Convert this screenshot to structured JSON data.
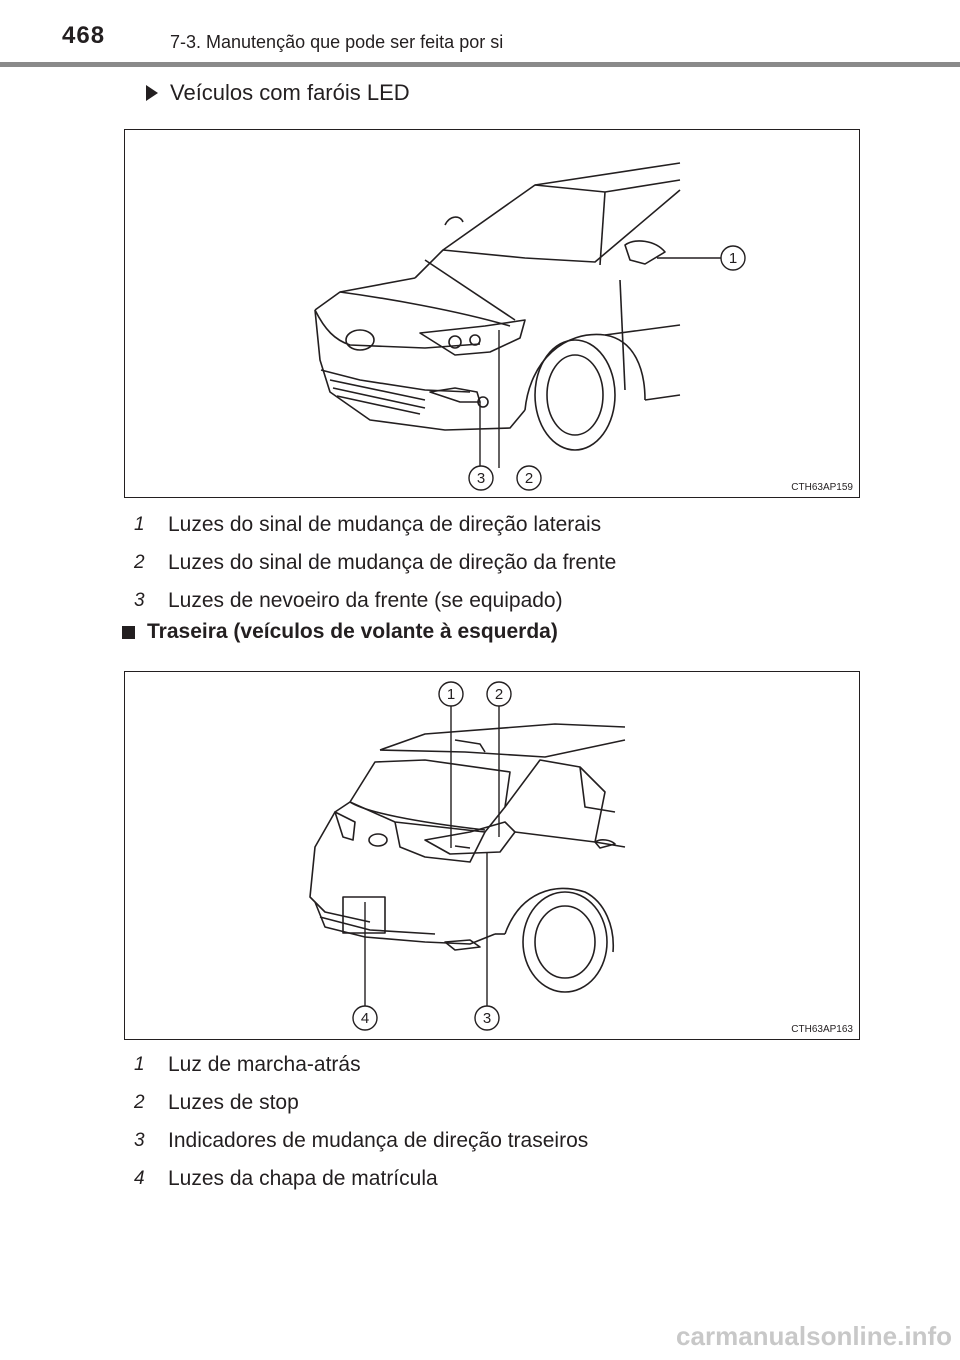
{
  "header": {
    "page_number": "468",
    "section_title": "7-3. Manutenção que pode ser feita por si"
  },
  "subheading": "Veículos com faróis LED",
  "figure1": {
    "code": "CTH63AP159",
    "callouts": [
      "1",
      "2",
      "3"
    ]
  },
  "legend1": [
    {
      "num": "1",
      "text": "Luzes do sinal de mudança de direção laterais"
    },
    {
      "num": "2",
      "text": "Luzes do sinal de mudança de direção da frente"
    },
    {
      "num": "3",
      "text": "Luzes de nevoeiro da frente (se equipado)"
    }
  ],
  "heading2": "Traseira (veículos de volante à esquerda)",
  "figure2": {
    "code": "CTH63AP163",
    "callouts": [
      "1",
      "2",
      "3",
      "4"
    ]
  },
  "legend2": [
    {
      "num": "1",
      "text": "Luz de marcha-atrás"
    },
    {
      "num": "2",
      "text": "Luzes de stop"
    },
    {
      "num": "3",
      "text": "Indicadores de mudança de direção traseiros"
    },
    {
      "num": "4",
      "text": "Luzes da chapa de matrícula"
    }
  ],
  "watermark": "carmanualsonline.info"
}
